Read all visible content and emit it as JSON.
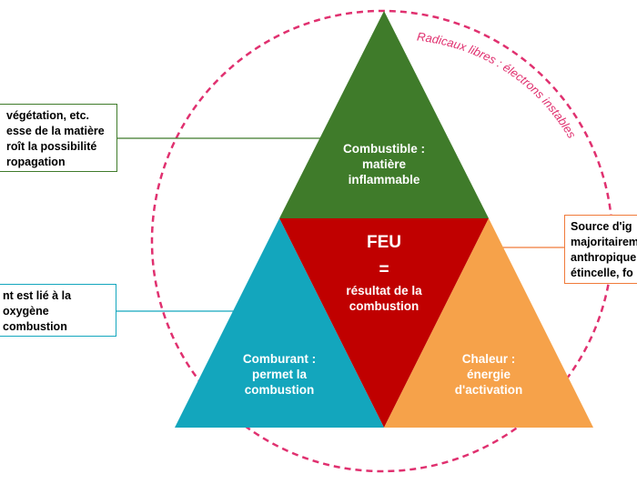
{
  "colors": {
    "top_triangle": "#3f7b2a",
    "center_triangle": "#c00000",
    "left_triangle": "#13a6bd",
    "right_triangle": "#f6a24a",
    "circle": "#e0306f",
    "green_box_border": "#3f7b2a",
    "teal_box_border": "#13a6bd",
    "orange_box_border": "#f07a3a"
  },
  "triangles": {
    "top": {
      "line1": "Combustible :",
      "line2": "matière",
      "line3": "inflammable"
    },
    "left": {
      "line1": "Comburant :",
      "line2": "permet la",
      "line3": "combustion"
    },
    "right": {
      "line1": "Chaleur :",
      "line2": "énergie",
      "line3": "d'activation"
    },
    "center": {
      "title": "FEU",
      "equals": "=",
      "line1": "résultat de la",
      "line2": "combustion"
    }
  },
  "circle_label": "Radicaux libres : électrons instables",
  "boxes": {
    "combustible_note": {
      "line1": "végétation, etc.",
      "line2": "esse de la matière",
      "line3": "roît la possibilité",
      "line4": "ropagation"
    },
    "comburant_note": {
      "line1": "nt est lié à la",
      "line2": "oxygène",
      "line3": "combustion"
    },
    "chaleur_note": {
      "line1": "Source d'ig",
      "line2": "majoritairem",
      "line3": "anthropique",
      "line4": "étincelle, fo"
    }
  }
}
